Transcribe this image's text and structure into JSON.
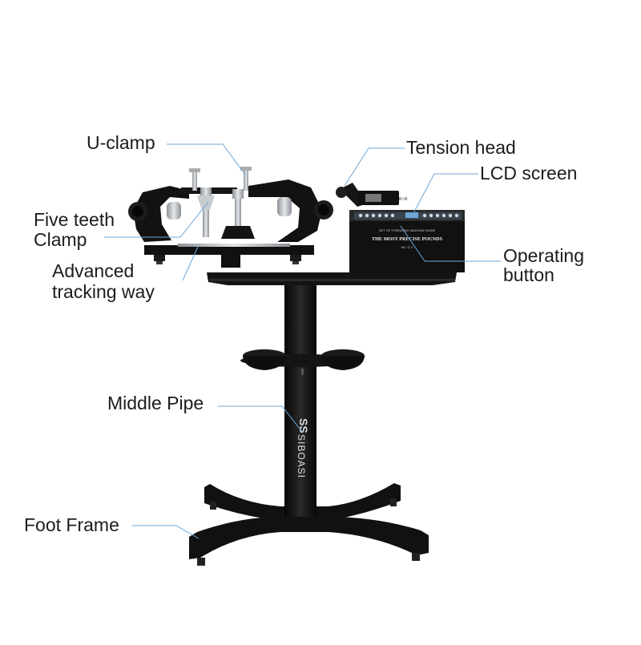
{
  "labels": {
    "u_clamp": "U-clamp",
    "tension_head": "Tension head",
    "lcd_screen": "LCD screen",
    "five_teeth_1": "Five teeth",
    "five_teeth_2": "Clamp",
    "advanced_1": "Advanced",
    "advanced_2": "tracking way",
    "operating_1": "Operating",
    "operating_2": "button",
    "middle_pipe": "Middle Pipe",
    "foot_frame": "Foot Frame"
  },
  "machine": {
    "brand": "SIBOASI",
    "logo_mark": "SS",
    "panel_tagline": "THE MOST PRECISE POUNDS",
    "panel_small_text": "SET OF STRINGING MACHINE MODE",
    "panel_model": "S6 / G.Y"
  },
  "colors": {
    "leader_line": "#6ea6d6",
    "label_text": "#1c1c1c",
    "machine_body": "#141414",
    "metal": "#b9bec3"
  }
}
